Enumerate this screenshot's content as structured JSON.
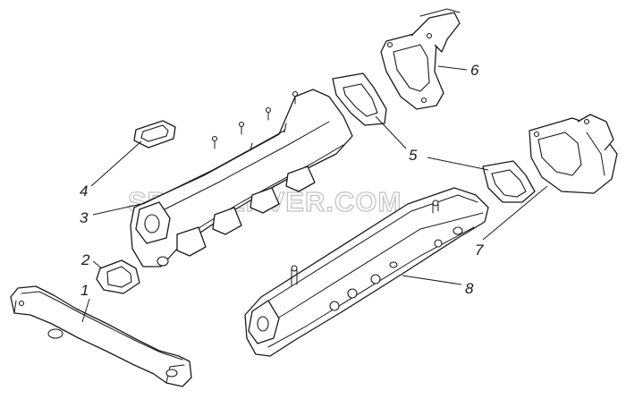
{
  "watermark": "SPECSERVER.COM",
  "callouts": [
    {
      "id": "1",
      "label": "1"
    },
    {
      "id": "2",
      "label": "2"
    },
    {
      "id": "3",
      "label": "3"
    },
    {
      "id": "4",
      "label": "4"
    },
    {
      "id": "5",
      "label": "5"
    },
    {
      "id": "6",
      "label": "6"
    },
    {
      "id": "7",
      "label": "7"
    },
    {
      "id": "8",
      "label": "8"
    }
  ],
  "colors": {
    "ink": "#1a1a1a",
    "watermark": "#c4c4c4",
    "background": "#ffffff"
  }
}
